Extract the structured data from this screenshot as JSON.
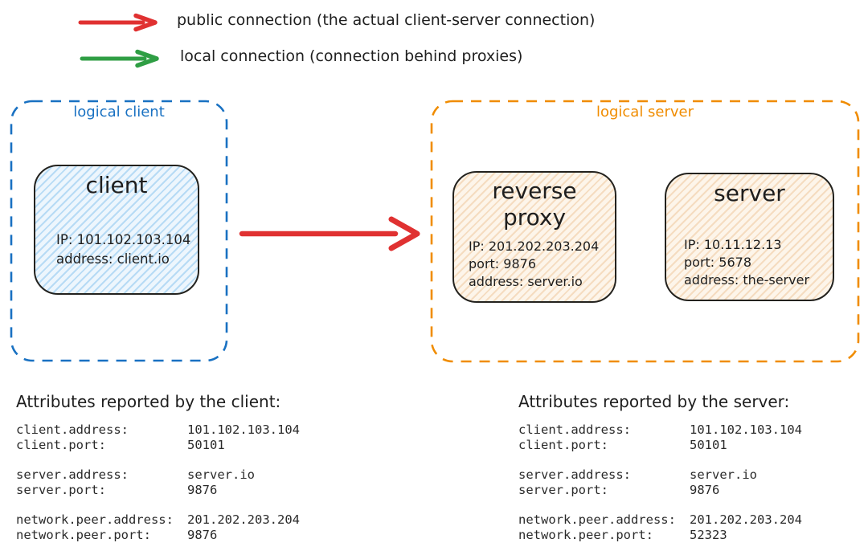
{
  "legend": {
    "items": [
      {
        "name": "public-connection",
        "color": "#e03131",
        "label": "public connection (the actual client-server connection)"
      },
      {
        "name": "local-connection",
        "color": "#2f9e44",
        "label": "local connection (connection behind proxies)"
      }
    ]
  },
  "diagram": {
    "connection_arrow_color": "#e03131",
    "logical_client": {
      "label": "logical client",
      "color": "#1971c2",
      "node": {
        "title": "client",
        "lines": [
          "IP: 101.102.103.104",
          "address: client.io"
        ]
      }
    },
    "logical_server": {
      "label": "logical server",
      "color": "#f08c00",
      "nodes": [
        {
          "title": "reverse proxy",
          "lines": [
            "IP: 201.202.203.204",
            "port: 9876",
            "address: server.io"
          ]
        },
        {
          "title": "server",
          "lines": [
            "IP: 10.11.12.13",
            "port: 5678",
            "address: the-server"
          ]
        }
      ]
    }
  },
  "attributes": {
    "client": {
      "title": "Attributes reported by the client:",
      "groups": [
        [
          {
            "key": "client.address:",
            "value": "101.102.103.104"
          },
          {
            "key": "client.port:",
            "value": "50101"
          }
        ],
        [
          {
            "key": "server.address:",
            "value": "server.io"
          },
          {
            "key": "server.port:",
            "value": "9876"
          }
        ],
        [
          {
            "key": "network.peer.address:",
            "value": "201.202.203.204"
          },
          {
            "key": "network.peer.port:",
            "value": "9876"
          }
        ]
      ]
    },
    "server": {
      "title": "Attributes reported by the server:",
      "groups": [
        [
          {
            "key": "client.address:",
            "value": "101.102.103.104"
          },
          {
            "key": "client.port:",
            "value": "50101"
          }
        ],
        [
          {
            "key": "server.address:",
            "value": "server.io"
          },
          {
            "key": "server.port:",
            "value": "9876"
          }
        ],
        [
          {
            "key": "network.peer.address:",
            "value": "201.202.203.204"
          },
          {
            "key": "network.peer.port:",
            "value": "52323"
          }
        ]
      ]
    }
  }
}
